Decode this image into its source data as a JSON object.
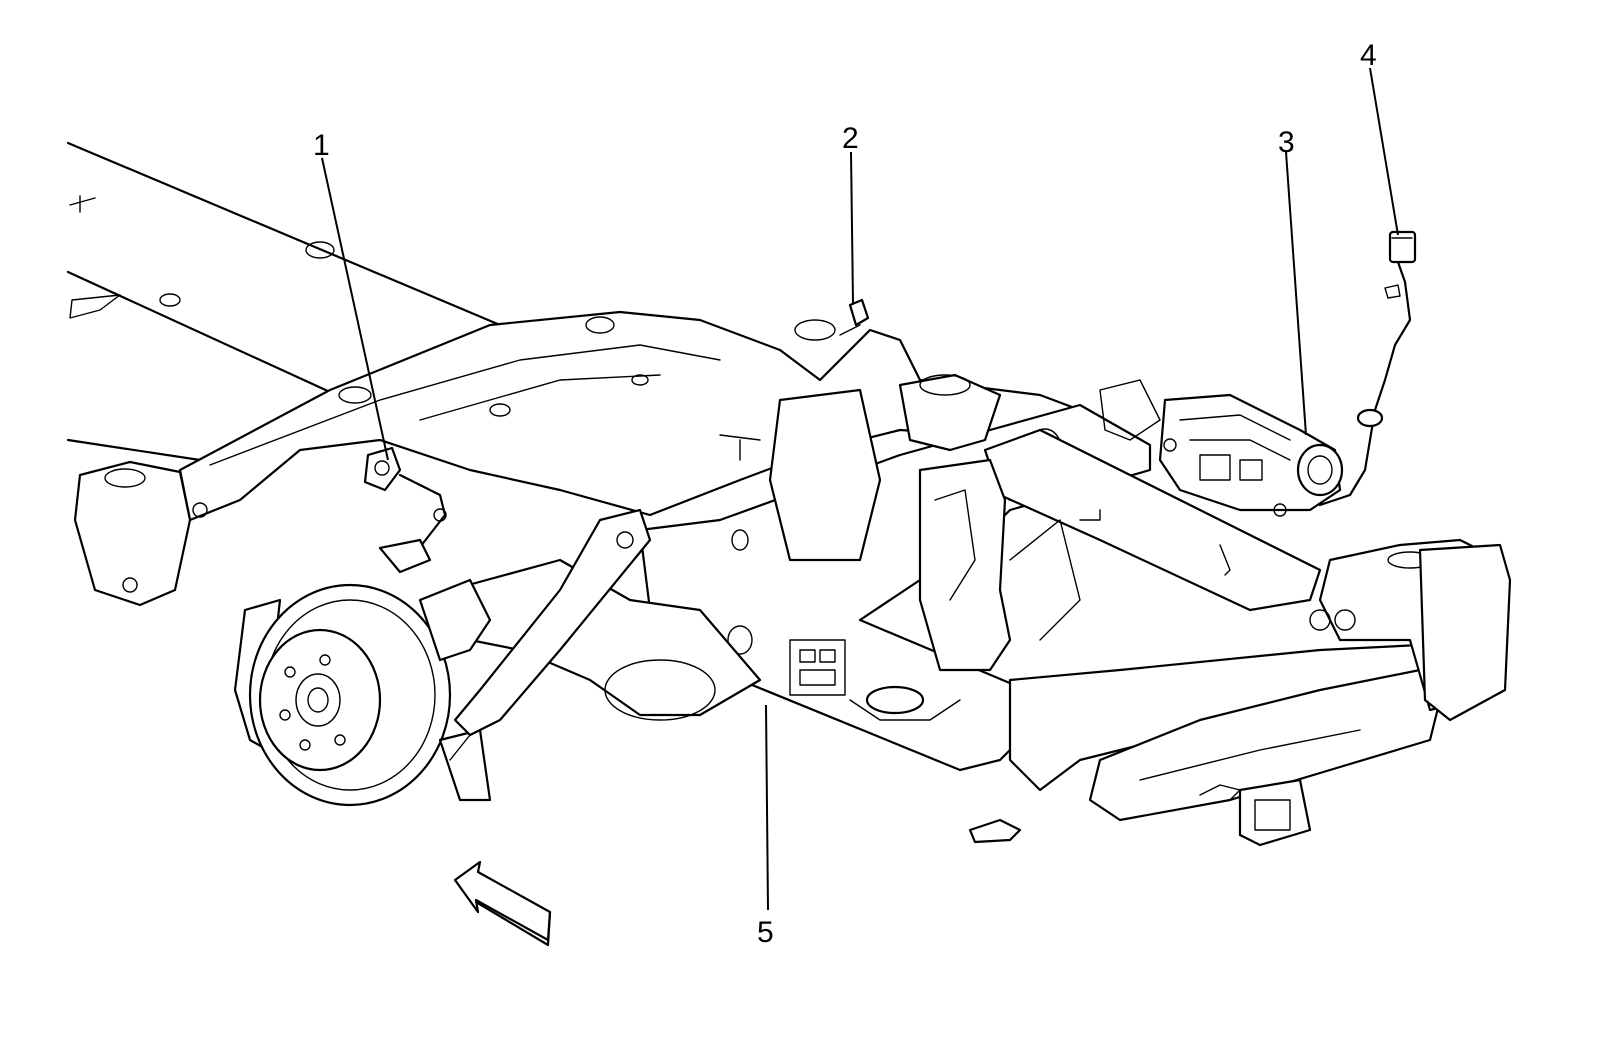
{
  "callouts": [
    {
      "id": "1",
      "label": "1"
    },
    {
      "id": "2",
      "label": "2"
    },
    {
      "id": "3",
      "label": "3"
    },
    {
      "id": "4",
      "label": "4"
    },
    {
      "id": "5",
      "label": "5"
    }
  ],
  "arrow_icon": "direction-arrow-icon"
}
